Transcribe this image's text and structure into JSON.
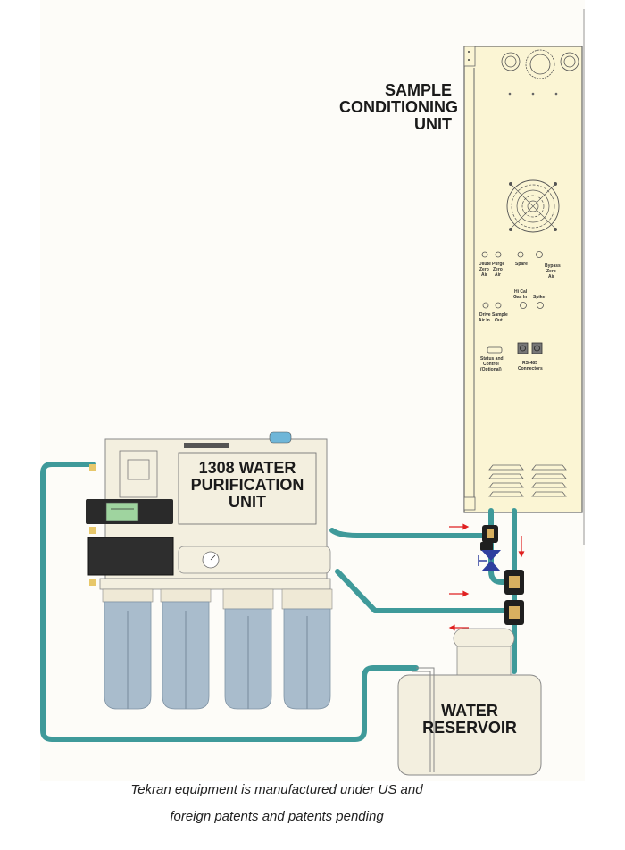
{
  "diagram": {
    "colors": {
      "background": "#fdfcf8",
      "unit_fill": "#fbf5d4",
      "purifier_fill": "#f3efdf",
      "tubing": "#3f9a9a",
      "filter_housing": "#a9bccc",
      "fitting": "#1f1f1f",
      "fitting_core": "#d8b060",
      "valve": "#2f3f9f",
      "flow_arrow": "#e02020",
      "display": "#9fd49f"
    },
    "components": {
      "sample_conditioning_unit": {
        "label_lines": [
          "SAMPLE",
          "CONDITIONING",
          "UNIT"
        ],
        "port_labels": [
          "Dilute Zero Air",
          "Purge Zero Air",
          "Spare",
          "Bypass Zero Air",
          "Hi Cal Gas In",
          "Spike",
          "Drive Air In",
          "Sample Out",
          "Status and Control (Optional)",
          "RS-485 Connectors"
        ]
      },
      "water_purification_unit": {
        "label_lines": [
          "1308 WATER",
          "PURIFICATION",
          "UNIT"
        ],
        "filter_count": 4
      },
      "water_reservoir": {
        "label_lines": [
          "WATER",
          "RESERVOIR"
        ]
      }
    },
    "flow_arrows": [
      {
        "id": "to-unit-right",
        "direction": "right"
      },
      {
        "id": "down-right-line",
        "direction": "down"
      },
      {
        "id": "middle-right",
        "direction": "right"
      },
      {
        "id": "bottom-left",
        "direction": "left"
      }
    ],
    "caption_lines": [
      "Tekran equipment is manufactured under US and",
      "foreign patents and patents pending"
    ]
  }
}
